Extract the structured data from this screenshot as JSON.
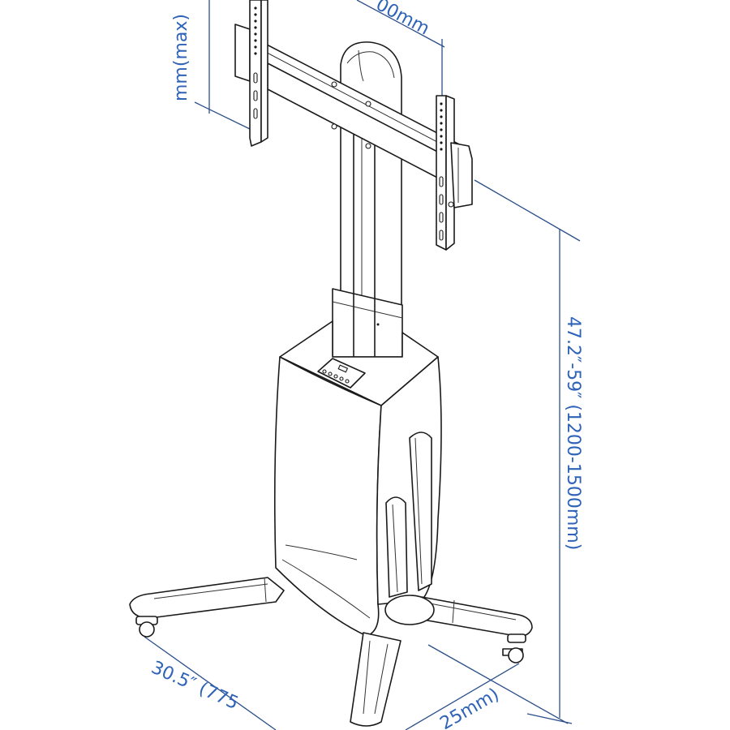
{
  "diagram": {
    "subject": "Motorized mobile TV stand with VESA mount, column, control box base, and four caster legs",
    "colors": {
      "line": "#1a1a1a",
      "dimension_line": "#2b4f8a",
      "dimension_text": "#2e63b8",
      "background": "#ffffff"
    },
    "dimensions": {
      "mount_height_label": "mm(max)",
      "mount_width_label": "00mm",
      "stand_height_label": "47.2″-59″ (1200-1500mm)",
      "base_width_label": "30.5″ (775",
      "base_depth_label": "25mm)"
    },
    "parts": [
      "vesa-bracket",
      "mounting-arm",
      "telescoping-column",
      "column-sleeve",
      "control-panel",
      "base-housing",
      "handle",
      "legs",
      "casters"
    ]
  }
}
